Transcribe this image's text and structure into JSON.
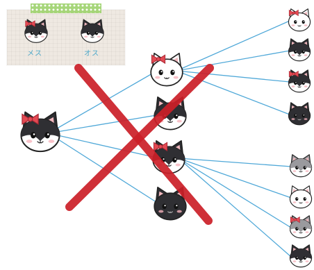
{
  "legend": {
    "female_label": "メス",
    "male_label": "オス"
  },
  "colors": {
    "line": "#4fa8d8",
    "cross": "#cc1f28",
    "ribbon": "#e24a53",
    "black": "#2f2f33",
    "grey": "#9a9a9e",
    "white_fur": "#ffffff",
    "legend_bg": "#efe9e2",
    "legend_text": "#4aa7c9",
    "tape": "#9fd36f"
  },
  "tree": {
    "root": {
      "name": "parent-cat",
      "pattern": "black-white",
      "sex": "female"
    },
    "children": [
      {
        "name": "child-1",
        "pattern": "white",
        "sex": "female"
      },
      {
        "name": "child-2",
        "pattern": "black-white",
        "sex": "male"
      },
      {
        "name": "child-3",
        "pattern": "black-white",
        "sex": "female"
      },
      {
        "name": "child-4",
        "pattern": "black",
        "sex": "male"
      }
    ],
    "grandchildren_of_child_1": [
      {
        "name": "gc-1a",
        "pattern": "white",
        "sex": "female"
      },
      {
        "name": "gc-1b",
        "pattern": "black-white",
        "sex": "male"
      },
      {
        "name": "gc-1c",
        "pattern": "black-white",
        "sex": "female"
      },
      {
        "name": "gc-1d",
        "pattern": "black",
        "sex": "male"
      }
    ],
    "grandchildren_of_child_3": [
      {
        "name": "gc-3a",
        "pattern": "grey-white",
        "sex": "male"
      },
      {
        "name": "gc-3b",
        "pattern": "white",
        "sex": "male"
      },
      {
        "name": "gc-3c",
        "pattern": "grey-white",
        "sex": "female"
      },
      {
        "name": "gc-3d",
        "pattern": "black-white",
        "sex": "male"
      }
    ],
    "crossed_out": true
  }
}
